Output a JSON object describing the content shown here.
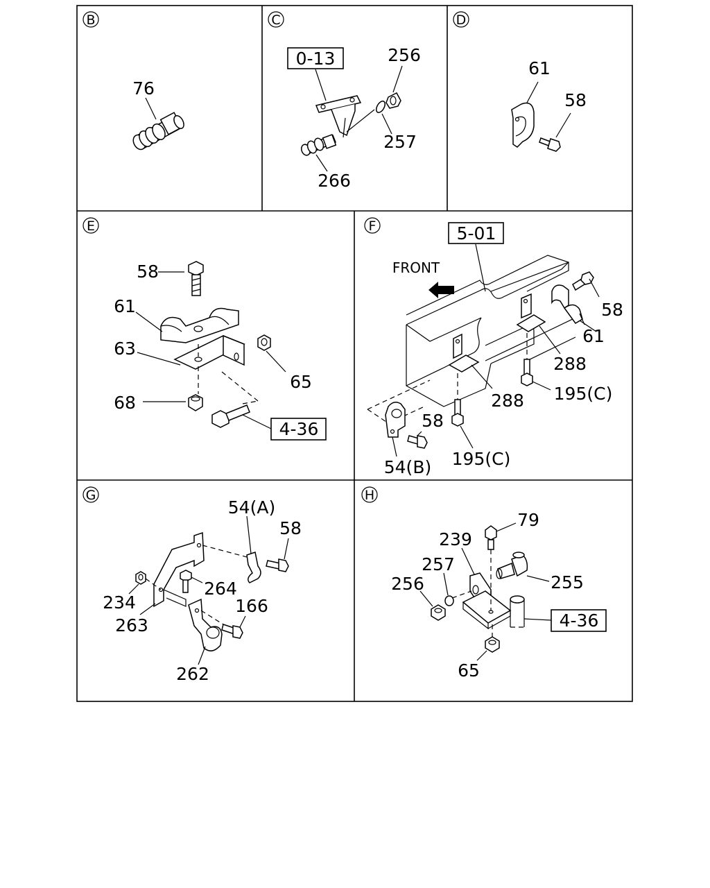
{
  "panels": {
    "B": {
      "letter": "B",
      "parts": {
        "p76": "76"
      }
    },
    "C": {
      "letter": "C",
      "ref": "0-13",
      "parts": {
        "p256": "256",
        "p257": "257",
        "p266": "266"
      }
    },
    "D": {
      "letter": "D",
      "parts": {
        "p61": "61",
        "p58": "58"
      }
    },
    "E": {
      "letter": "E",
      "ref": "4-36",
      "parts": {
        "p58": "58",
        "p61": "61",
        "p63": "63",
        "p65": "65",
        "p68": "68"
      }
    },
    "F": {
      "letter": "F",
      "ref": "5-01",
      "front": "FRONT",
      "parts": {
        "p58a": "58",
        "p61": "61",
        "p288a": "288",
        "p288b": "288",
        "p195a": "195(C)",
        "p195b": "195(C)",
        "p58b": "58",
        "p54b": "54(B)"
      }
    },
    "G": {
      "letter": "G",
      "parts": {
        "p54a": "54(A)",
        "p58": "58",
        "p264": "264",
        "p234": "234",
        "p263": "263",
        "p166": "166",
        "p262": "262"
      }
    },
    "H": {
      "letter": "H",
      "ref": "4-36",
      "parts": {
        "p79": "79",
        "p239": "239",
        "p257": "257",
        "p256": "256",
        "p255": "255",
        "p65": "65"
      }
    }
  }
}
